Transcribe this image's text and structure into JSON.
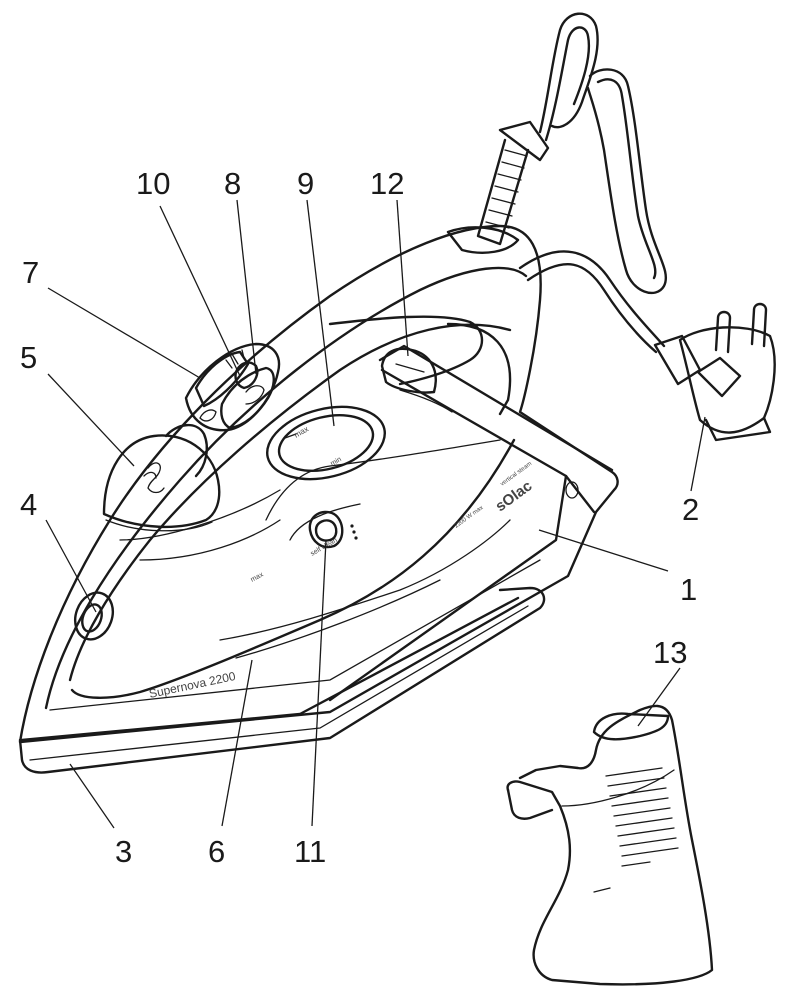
{
  "diagram": {
    "callouts": [
      {
        "id": "1",
        "label": "1"
      },
      {
        "id": "2",
        "label": "2"
      },
      {
        "id": "3",
        "label": "3"
      },
      {
        "id": "4",
        "label": "4"
      },
      {
        "id": "5",
        "label": "5"
      },
      {
        "id": "6",
        "label": "6"
      },
      {
        "id": "7",
        "label": "7"
      },
      {
        "id": "8",
        "label": "8"
      },
      {
        "id": "9",
        "label": "9"
      },
      {
        "id": "10",
        "label": "10"
      },
      {
        "id": "11",
        "label": "11"
      },
      {
        "id": "12",
        "label": "12"
      },
      {
        "id": "13",
        "label": "13"
      }
    ],
    "printed_text": {
      "model": "Supernova 2200",
      "brand": "sOlac",
      "dial_max": "max",
      "dial_min": "min",
      "side_text_1": "2200 W max",
      "side_text_2": "vertical steam",
      "selfclean": "self  clean",
      "water_max": "max"
    }
  }
}
